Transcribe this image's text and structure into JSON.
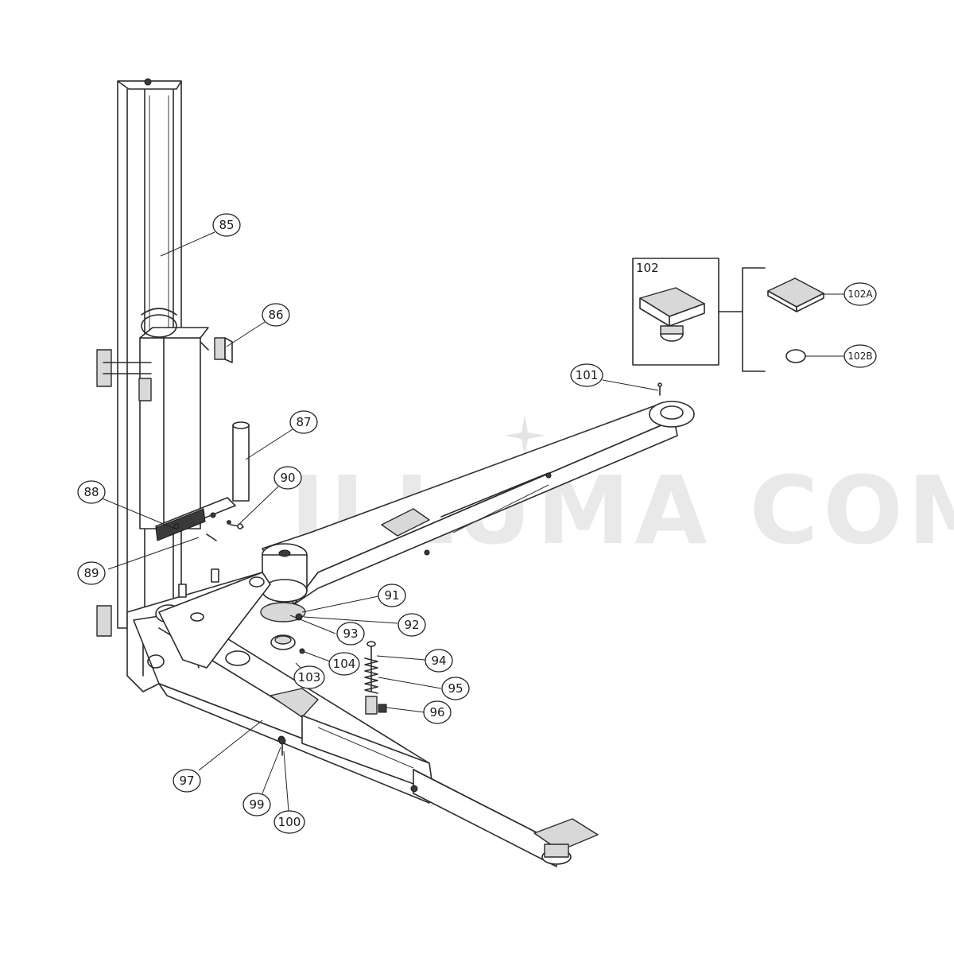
{
  "watermark": "ILLUMA COM",
  "detail_box": {
    "label": "102"
  },
  "callouts": [
    {
      "id": "c85",
      "label": "85"
    },
    {
      "id": "c86",
      "label": "86"
    },
    {
      "id": "c87",
      "label": "87"
    },
    {
      "id": "c88",
      "label": "88"
    },
    {
      "id": "c89",
      "label": "89"
    },
    {
      "id": "c90",
      "label": "90"
    },
    {
      "id": "c91",
      "label": "91"
    },
    {
      "id": "c92",
      "label": "92"
    },
    {
      "id": "c93",
      "label": "93"
    },
    {
      "id": "c94",
      "label": "94"
    },
    {
      "id": "c95",
      "label": "95"
    },
    {
      "id": "c96",
      "label": "96"
    },
    {
      "id": "c97",
      "label": "97"
    },
    {
      "id": "c99",
      "label": "99"
    },
    {
      "id": "c100",
      "label": "100"
    },
    {
      "id": "c101",
      "label": "101"
    },
    {
      "id": "c102a",
      "label": "102A"
    },
    {
      "id": "c102b",
      "label": "102B"
    },
    {
      "id": "c103",
      "label": "103"
    },
    {
      "id": "c104",
      "label": "104"
    }
  ]
}
